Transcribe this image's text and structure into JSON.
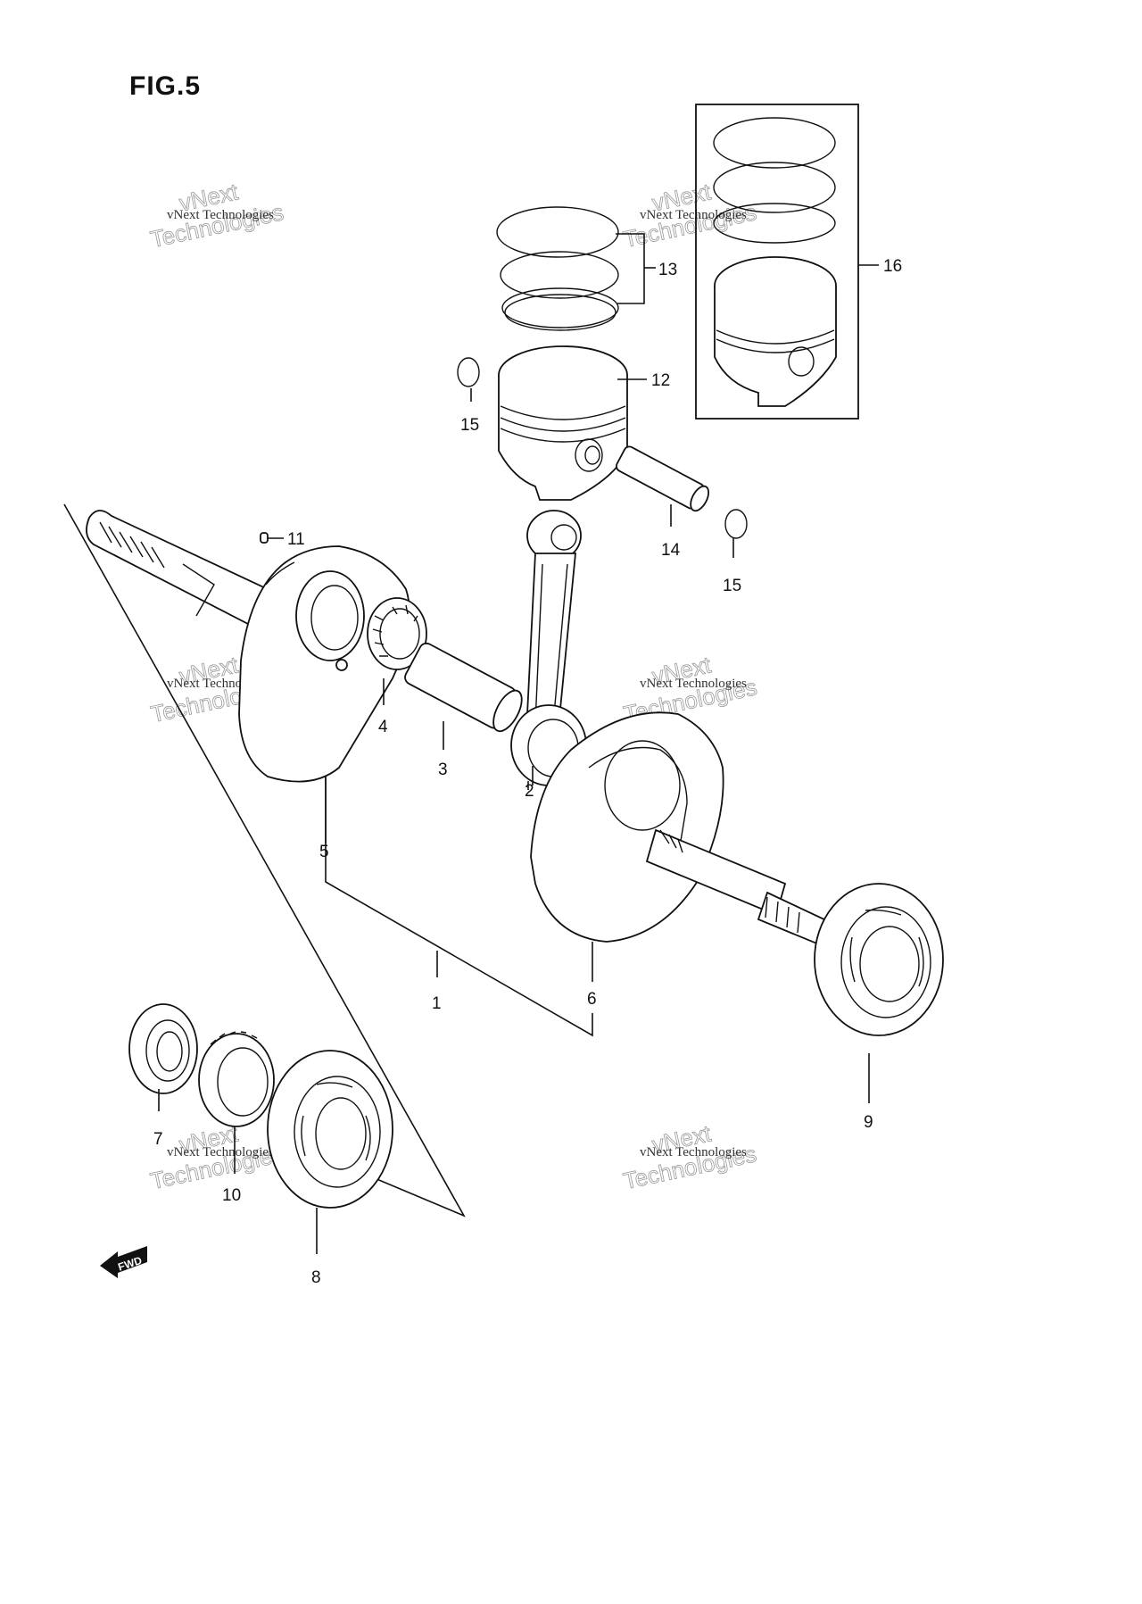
{
  "figure": {
    "title": "FIG.5"
  },
  "labels": {
    "l1": "1",
    "l2": "2",
    "l3": "3",
    "l4": "4",
    "l5": "5",
    "l6": "6",
    "l7": "7",
    "l8": "8",
    "l9": "9",
    "l10": "10",
    "l11": "11",
    "l12": "12",
    "l13": "13",
    "l14": "14",
    "l15a": "15",
    "l15b": "15",
    "l16": "16"
  },
  "watermark": {
    "line1": "vNext Technologies",
    "line2": "Technologies",
    "line3": "vNext"
  },
  "fwd": {
    "text": "FWD"
  }
}
